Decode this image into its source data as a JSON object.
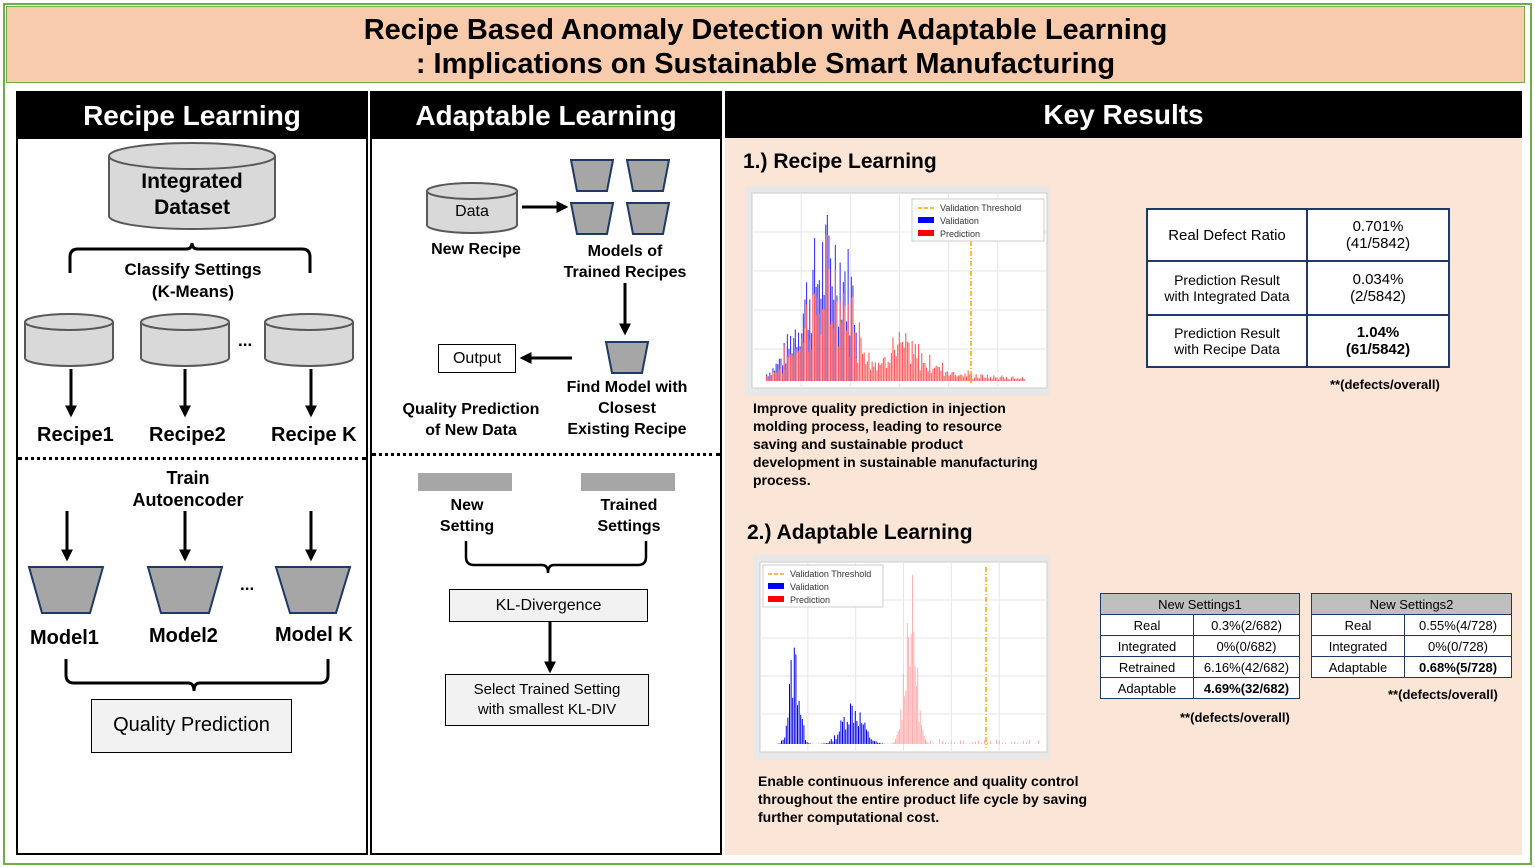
{
  "title": {
    "line1": "Recipe Based Anomaly Detection with Adaptable Learning",
    "line2": ": Implications on Sustainable Smart Manufacturing"
  },
  "recipe_learning": {
    "header": "Recipe Learning",
    "dataset_label_1": "Integrated",
    "dataset_label_2": "Dataset",
    "classify_1": "Classify Settings",
    "classify_2": "(K-Means)",
    "ellipsis": "...",
    "recipes": [
      "Recipe1",
      "Recipe2",
      "Recipe K"
    ],
    "train_1": "Train",
    "train_2": "Autoencoder",
    "models": [
      "Model1",
      "Model2",
      "Model K"
    ],
    "quality_prediction": "Quality Prediction"
  },
  "adaptable_learning": {
    "header": "Adaptable Learning",
    "data_label": "Data",
    "new_recipe": "New Recipe",
    "models_of_1": "Models of",
    "models_of_2": "Trained Recipes",
    "output": "Output",
    "find_1": "Find Model with",
    "find_2": "Closest",
    "find_3": "Existing Recipe",
    "qp_1": "Quality Prediction",
    "qp_2": "of New Data",
    "new_setting_1": "New",
    "new_setting_2": "Setting",
    "trained_settings_1": "Trained",
    "trained_settings_2": "Settings",
    "kl": "KL-Divergence",
    "select_1": "Select Trained Setting",
    "select_2": "with smallest KL-DIV"
  },
  "key_results": {
    "header": "Key Results",
    "section1_title": "1.) Recipe Learning",
    "section1_desc": [
      "Improve quality prediction in injection",
      "molding process, leading to resource",
      "saving and sustainable product",
      "development in sustainable manufacturing",
      "process."
    ],
    "chart1_legend": [
      "Validation Threshold",
      "Validation",
      "Prediction"
    ],
    "table1": [
      {
        "label_1": "Real Defect Ratio",
        "label_2": "",
        "value_1": "0.701%",
        "value_2": "(41/5842)",
        "bold": false
      },
      {
        "label_1": "Prediction Result",
        "label_2": "with Integrated Data",
        "value_1": "0.034%",
        "value_2": "(2/5842)",
        "bold": false
      },
      {
        "label_1": "Prediction Result",
        "label_2": "with Recipe Data",
        "value_1": "1.04%",
        "value_2": "(61/5842)",
        "bold": true
      }
    ],
    "table1_note": "**(defects/overall)",
    "section2_title": "2.) Adaptable  Learning",
    "section2_desc": [
      "Enable continuous inference and quality control",
      "throughout the entire product life cycle by saving",
      "further computational cost."
    ],
    "chart2_legend": [
      "Validation Threshold",
      "Validation",
      "Prediction"
    ],
    "table2": {
      "header": "New Settings1",
      "rows": [
        {
          "label": "Real",
          "value": "0.3%(2/682)",
          "bold": false
        },
        {
          "label": "Integrated",
          "value": "0%(0/682)",
          "bold": false
        },
        {
          "label": "Retrained",
          "value": "6.16%(42/682)",
          "bold": false
        },
        {
          "label": "Adaptable",
          "value": "4.69%(32/682)",
          "bold": true
        }
      ],
      "note": "**(defects/overall)"
    },
    "table3": {
      "header": "New Settings2",
      "rows": [
        {
          "label": "Real",
          "value": "0.55%(4/728)",
          "bold": false
        },
        {
          "label": "Integrated",
          "value": "0%(0/728)",
          "bold": false
        },
        {
          "label": "Adaptable",
          "value": "0.68%(5/728)",
          "bold": true
        }
      ],
      "note": "**(defects/overall)"
    }
  },
  "colors": {
    "title_bg": "#f8cbad",
    "border_green": "#70ad47",
    "results_bg": "#fbe5d6",
    "validation": "#0000ff",
    "prediction": "#ff0000",
    "threshold": "#ffa500",
    "cylinder_fill": "#d9d9d9",
    "model_fill": "#a6a6a6"
  }
}
